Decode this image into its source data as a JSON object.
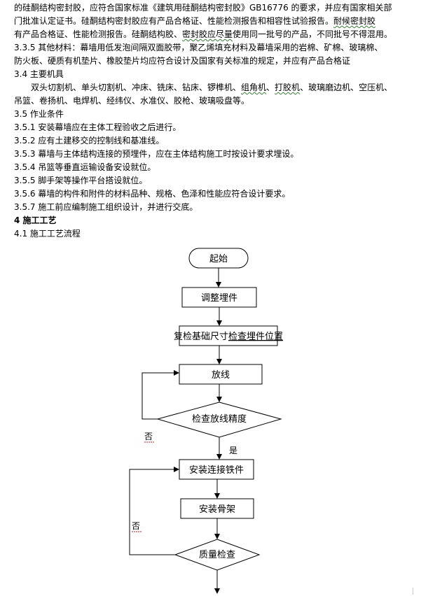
{
  "doc": {
    "lines": [
      {
        "segments": [
          {
            "t": "的硅酮结构密封胶，应符合国家标准《建筑用硅酮结构密封胶》GB16776 的要求，并应有国家相关部"
          }
        ]
      },
      {
        "segments": [
          {
            "t": "门批准认定证书。硅酮结构密封胶应有产品合格证、性能检测报告和相容性试验报告。"
          },
          {
            "t": "耐候密封胶",
            "u": "wavy"
          }
        ]
      },
      {
        "segments": [
          {
            "t": "有产品合格证、性能检测报告。硅酮结构胶、"
          },
          {
            "t": "密封胶应尽量",
            "u": "wavy"
          },
          {
            "t": "使用同一批号的产品，不同批号不得混用。"
          }
        ]
      },
      {
        "segments": [
          {
            "t": "3.3.5 其他材料：幕墙用低发泡间隔双面胶带，聚乙烯填充材料及幕墙采用的岩棉、矿棉、玻璃棉、"
          }
        ]
      },
      {
        "segments": [
          {
            "t": "防火板、硬质有机垫片、橡胶垫片均应符合设计及国家有关标准的规定，并应有产品合格证"
          }
        ]
      },
      {
        "segments": [
          {
            "t": "3.4 主要机具"
          }
        ]
      },
      {
        "segments": [
          {
            "t": "双头切割机、单头切割机、冲床、铣床、钻床、锣榫机、"
          },
          {
            "t": "组角机",
            "u": "wavy"
          },
          {
            "t": "、"
          },
          {
            "t": "打胶机",
            "u": "wavy"
          },
          {
            "t": "、玻璃磨边机、空压机、"
          }
        ],
        "indent": true
      },
      {
        "segments": [
          {
            "t": "吊篮、卷扬机、电焊机、经纬仪、水准仪、胶枪、玻璃吸盘等。"
          }
        ]
      },
      {
        "segments": [
          {
            "t": "3.5 作业条件"
          }
        ]
      },
      {
        "segments": [
          {
            "t": "3.5.1 安装幕墙应在主体工程验收之后进行。"
          }
        ]
      },
      {
        "segments": [
          {
            "t": "3.5.2 应有土建移交的控制线和基准线。"
          }
        ]
      },
      {
        "segments": [
          {
            "t": "3.5.3 幕墙与主体结构连接的预埋件，应在主体结构施工时按设计要求埋设。"
          }
        ]
      },
      {
        "segments": [
          {
            "t": "3.5.4 吊篮等垂直运输设备安设就位。"
          }
        ]
      },
      {
        "segments": [
          {
            "t": "3.5.5 脚手架等操作平台搭设就位。"
          }
        ]
      },
      {
        "segments": [
          {
            "t": "3.5.6 幕墙的构件和附件的材料品种、规格、色泽和性能应符合设计要求。"
          }
        ]
      },
      {
        "segments": [
          {
            "t": "3.5.7 施工前应编制施工组织设计，并进行交底。"
          }
        ]
      },
      {
        "segments": [
          {
            "t": "4 施工工艺"
          }
        ],
        "bold": true
      },
      {
        "segments": [
          {
            "t": "4.1 施工工艺流程"
          }
        ]
      }
    ]
  },
  "flowchart": {
    "start": "起始",
    "step1": "调整埋件",
    "step2_a": "复检基础尺寸",
    "step2_b": "检查埋件位置",
    "step3": "放线",
    "decision1": "检查放线精度",
    "no1": "否",
    "yes1": "是",
    "step4": "安装连接铁件",
    "step5": "安装骨架",
    "no2": "否",
    "decision2": "质量检查"
  }
}
